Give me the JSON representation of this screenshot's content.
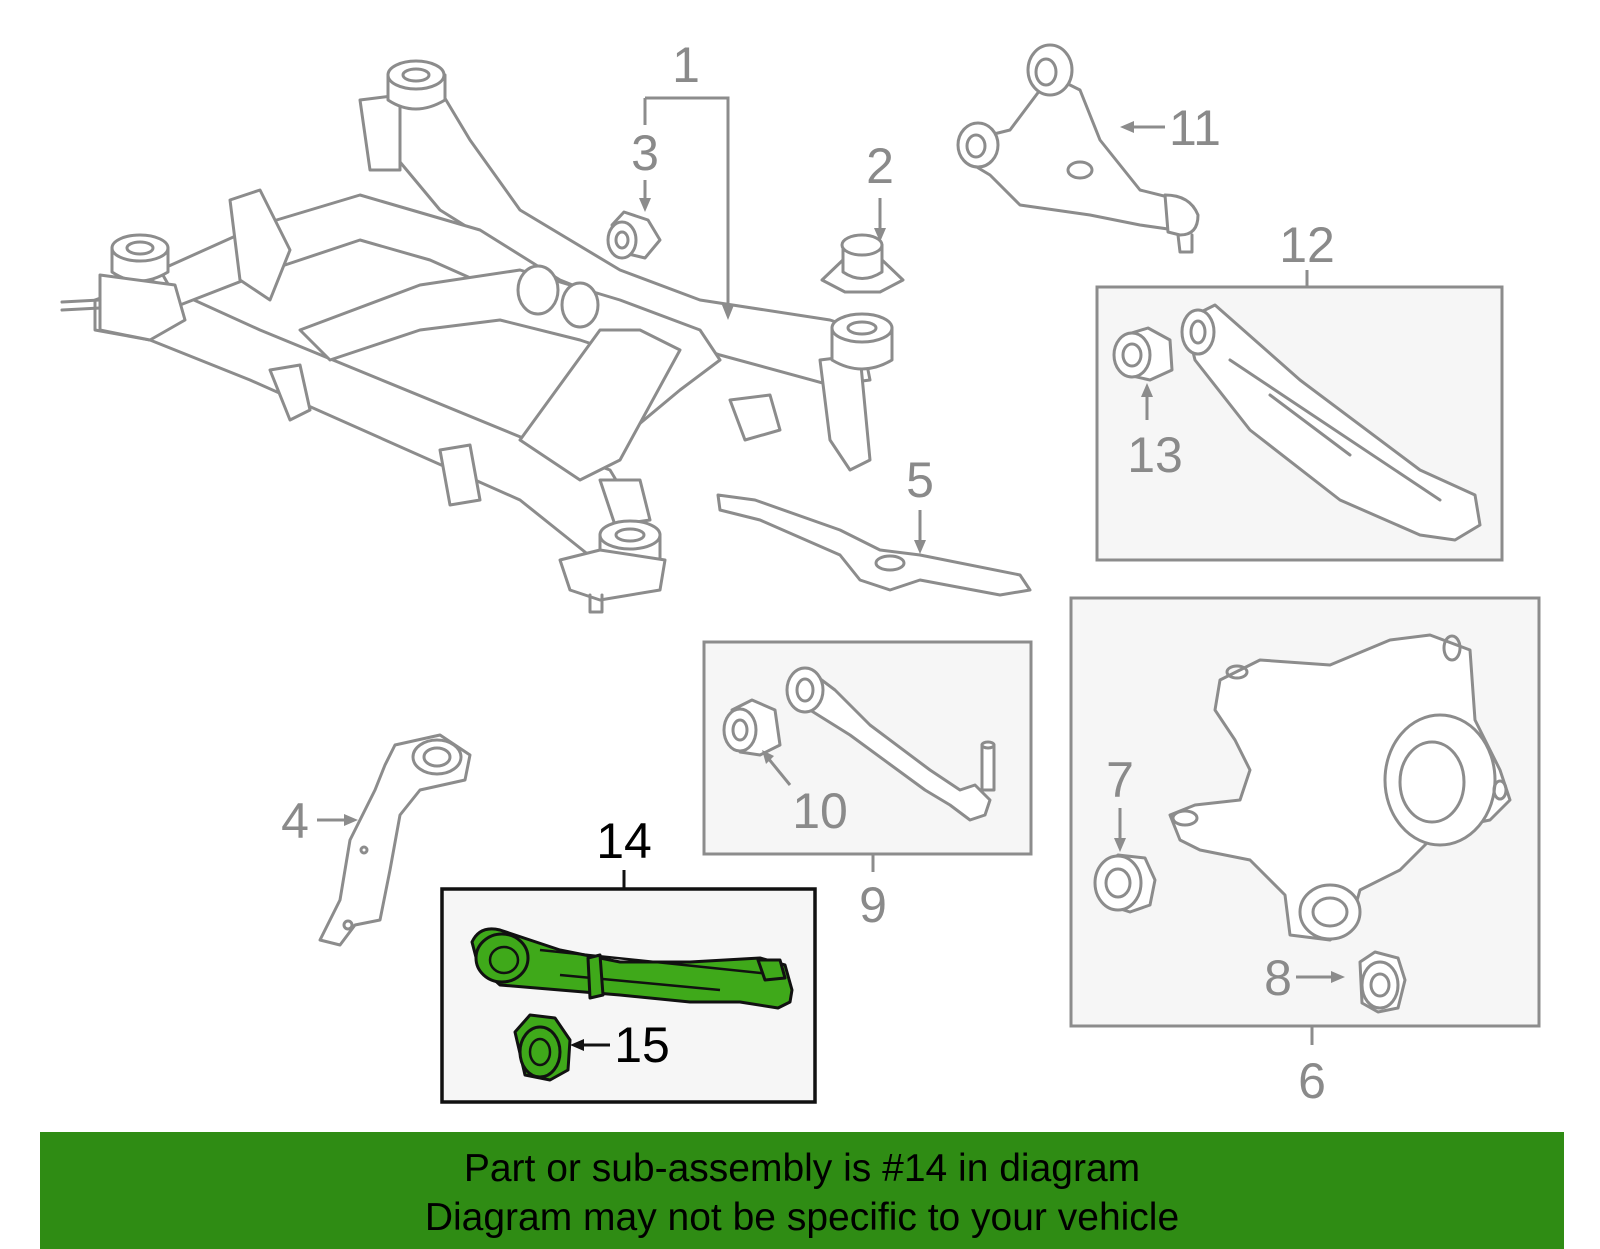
{
  "labels": {
    "p1": "1",
    "p2": "2",
    "p3": "3",
    "p4": "4",
    "p5": "5",
    "p6": "6",
    "p7": "7",
    "p8": "8",
    "p9": "9",
    "p10": "10",
    "p11": "11",
    "p12": "12",
    "p13": "13",
    "p14": "14",
    "p15": "15"
  },
  "highlight": {
    "part_number": "14",
    "color": "#3fa91a"
  },
  "banner": {
    "line1": "Part or sub-assembly is #14 in diagram",
    "line2": "Diagram may not be specific to your vehicle",
    "color": "#2f8c14"
  }
}
